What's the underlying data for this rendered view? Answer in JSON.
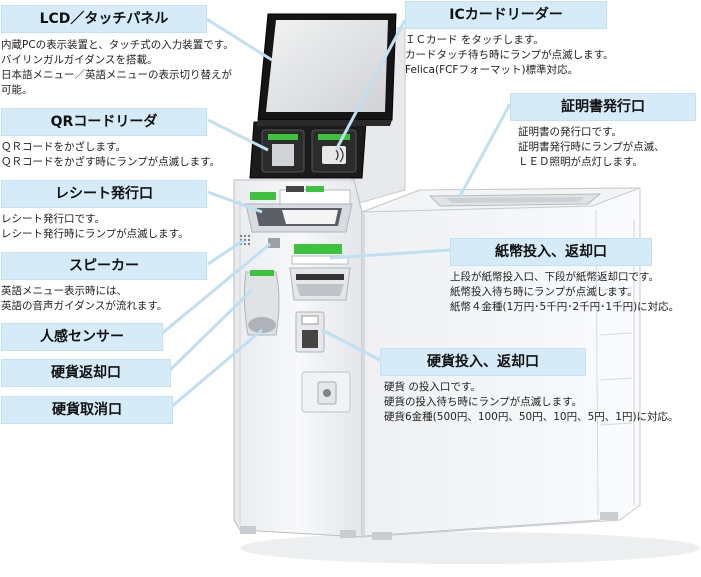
{
  "labels": {
    "lcd": {
      "title": "LCD／タッチパネル",
      "lines": [
        "内蔵PCの表示装置と、タッチ式の入力装置です。",
        "バイリンガルガイダンスを搭載。",
        "日本語メニュー／英語メニューの表示切り替えが",
        "可能。"
      ]
    },
    "qr": {
      "title": "QRコードリーダ",
      "lines": [
        "ＱＲコードをかざします。",
        "ＱＲコードをかざす時にランプが点滅します。"
      ]
    },
    "receipt": {
      "title": "レシート発行口",
      "lines": [
        "レシート発行口です。",
        "レシート発行時にランプが点滅します。"
      ]
    },
    "speaker": {
      "title": "スピーカー",
      "lines": [
        "英語メニュー表示時には、",
        "英語の音声ガイダンスが流れます。"
      ]
    },
    "sensor": {
      "title": "人感センサー"
    },
    "coin_return": {
      "title": "硬貨返却口"
    },
    "coin_cancel": {
      "title": "硬貨取消口"
    },
    "ic": {
      "title": "ICカードリーダー",
      "lines": [
        "ＩＣカード をタッチします。",
        "カードタッチ待ち時にランプが点滅します。",
        "Felica(FCFフォーマット)標準対応。"
      ]
    },
    "cert": {
      "title": "証明書発行口",
      "lines": [
        "証明書の発行口です。",
        "証明書発行時にランプが点滅、",
        "ＬＥＤ照明が点灯します。"
      ]
    },
    "bill": {
      "title": "紙幣投入、返却口",
      "lines": [
        "上段が紙幣投入口、下段が紙幣返却口です。",
        "紙幣投入待ち時にランプが点滅します。",
        "紙幣４金種(1万円･5千円･2千円･1千円)に対応。"
      ]
    },
    "coin": {
      "title": "硬貨投入、返却口",
      "lines": [
        "硬貨 の投入口です。",
        "硬貨の投入待ち時にランプが点滅します。",
        "硬貨6金種(500円、100円、50円、10円、5円、1円)に対応。"
      ]
    }
  },
  "colors": {
    "label_bg": "#d5ecf8",
    "callout": "#bfe0f2",
    "lamp_green": "#3cc23c",
    "screen": "#111111"
  },
  "icons": [
    "qr-reader-icon",
    "ic-card-icon",
    "speaker-grille-icon"
  ]
}
